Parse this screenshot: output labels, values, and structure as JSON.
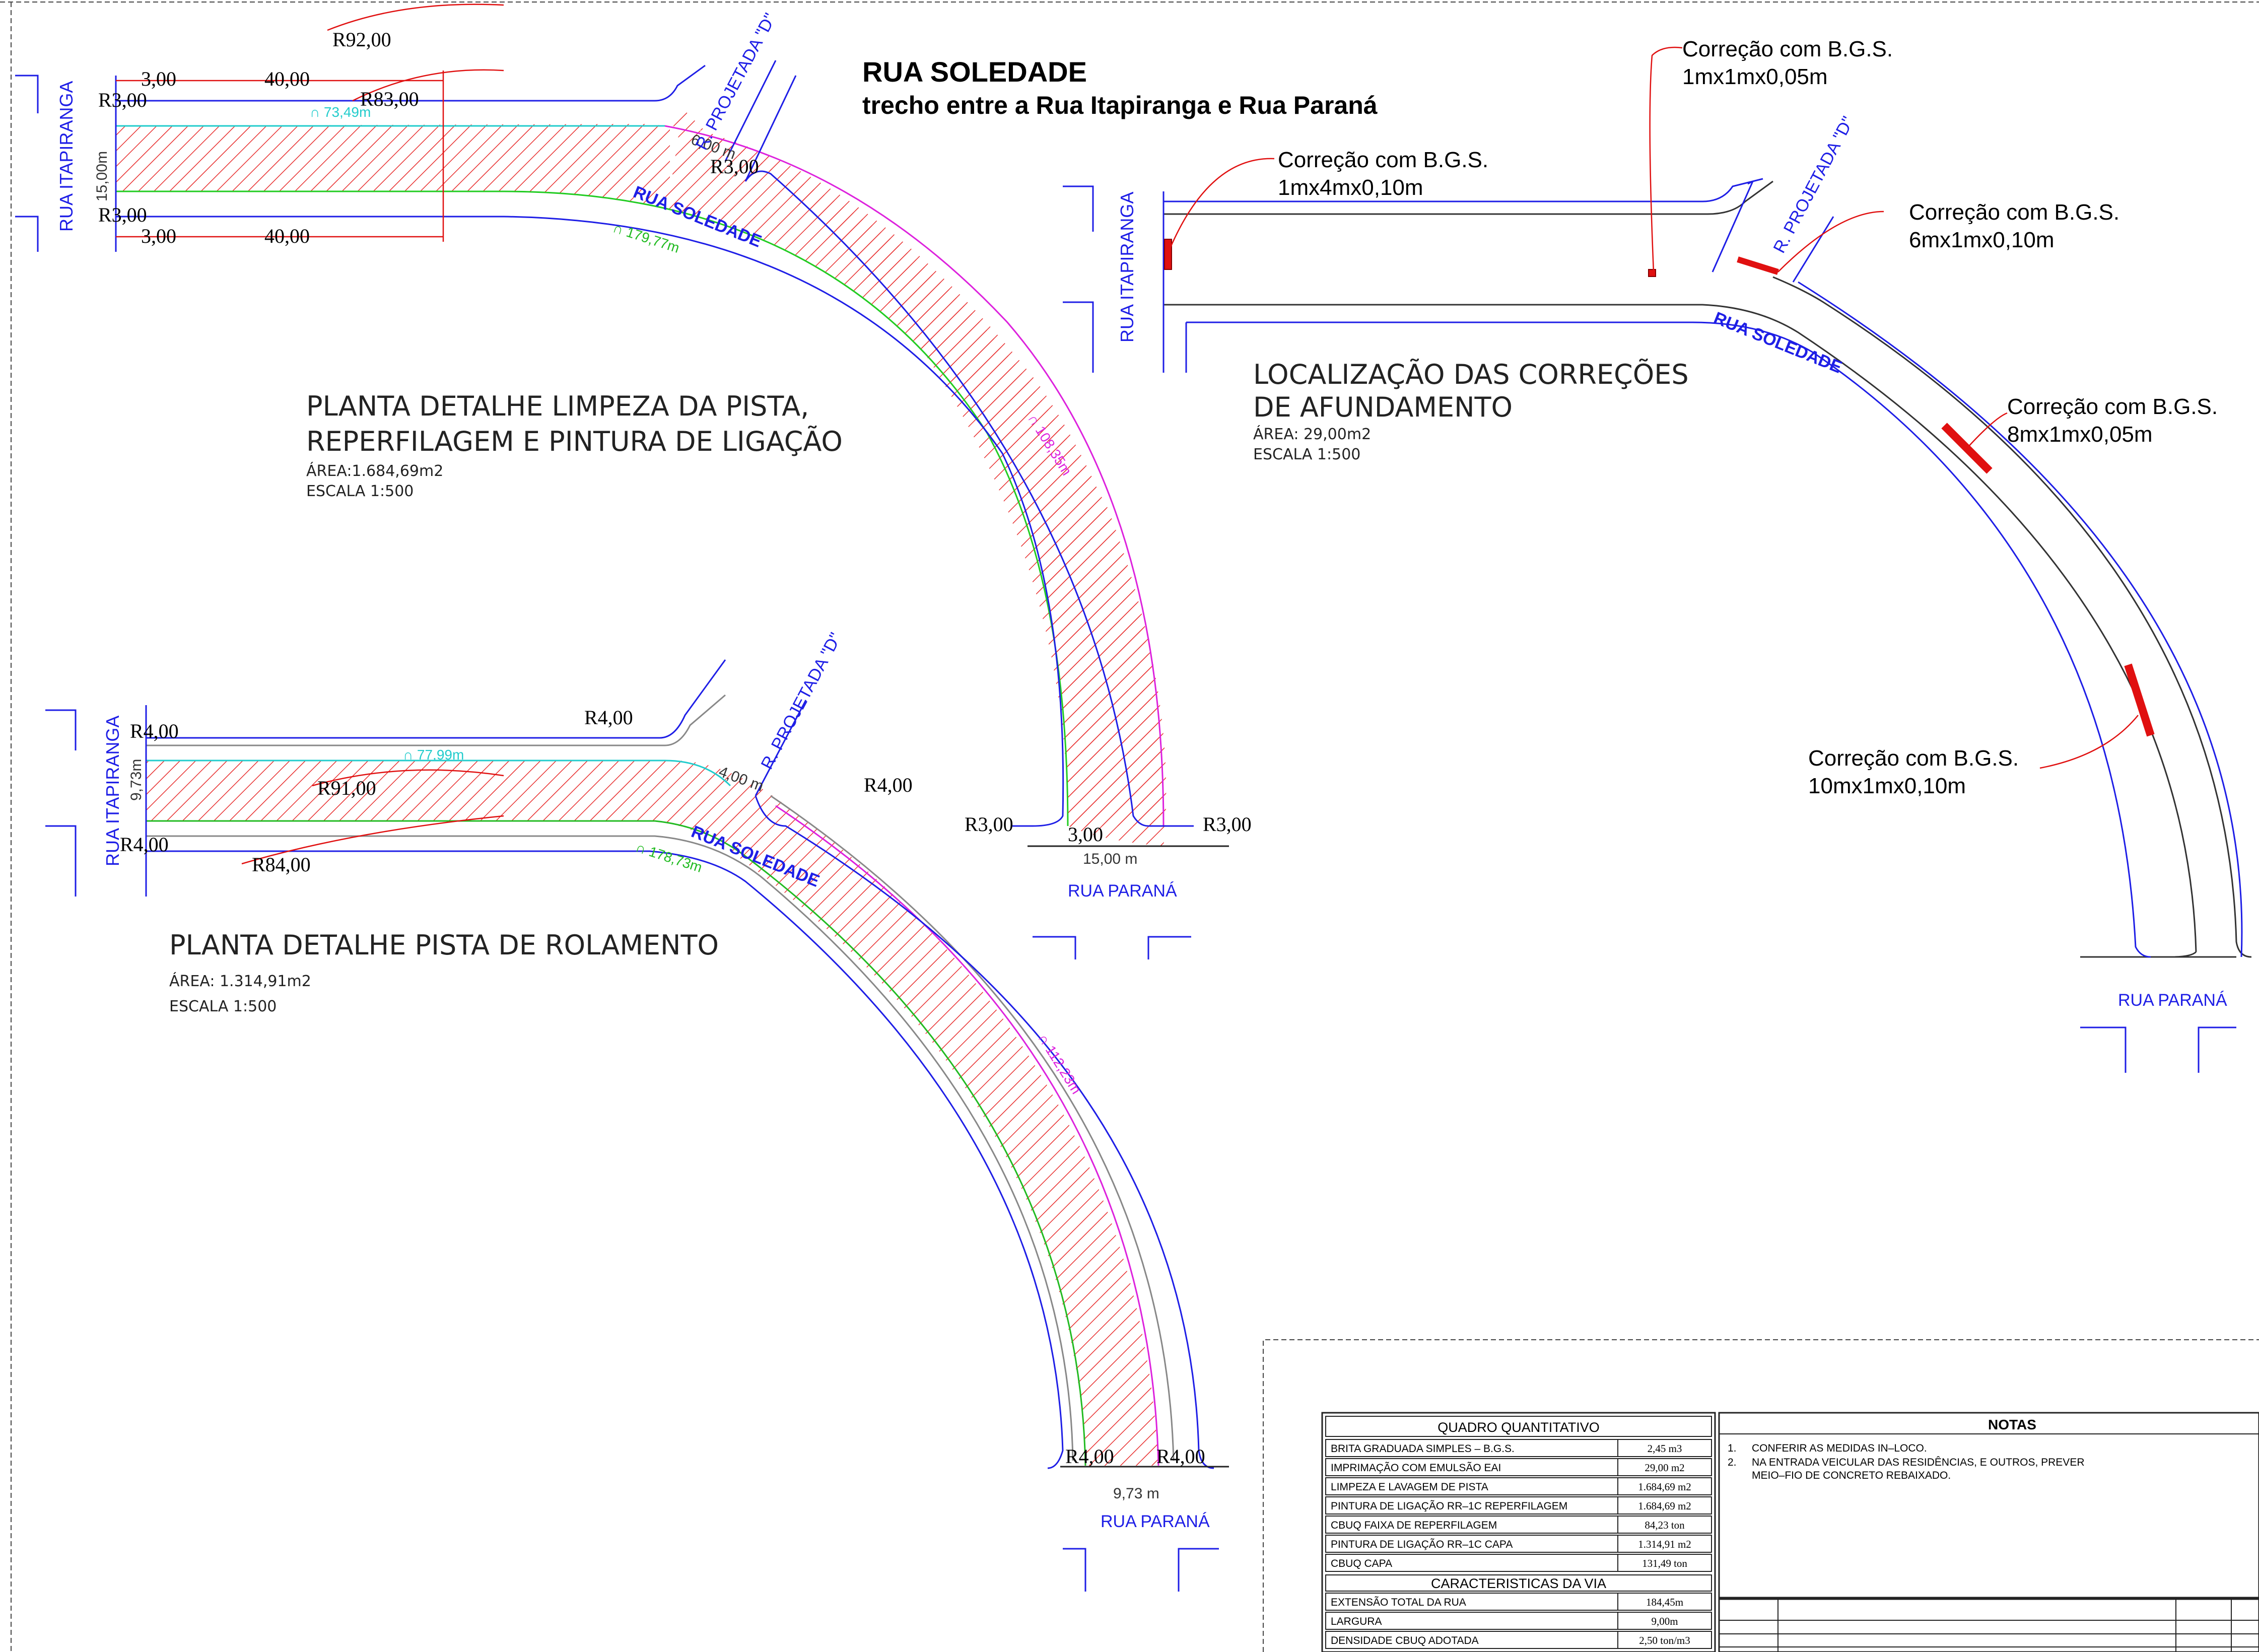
{
  "header": {
    "title": "RUA SOLEDADE",
    "subtitle": "trecho entre a Rua Itapiranga e Rua Paraná"
  },
  "streets": {
    "itapiranga": "RUA ITAPIRANGA",
    "parana": "RUA PARANÁ",
    "projetada": "R. PROJETADA \"D\"",
    "soledade": "RUA SOLEDADE"
  },
  "plan1": {
    "title_line1": "PLANTA DETALHE LIMPEZA DA PISTA,",
    "title_line2": "REPERFILAGEM E PINTURA DE LIGAÇÃO",
    "area": "ÁREA:1.684,69m2",
    "scale": "ESCALA 1:500",
    "dims": {
      "r92": "R92,00",
      "r83": "R83,00",
      "r3a": "R3,00",
      "r3b": "R3,00",
      "r3c": "R3,00",
      "r3d": "R3,00",
      "r3e": "R3,00",
      "r3f": "3,00",
      "d3a": "3,00",
      "d3b": "3,00",
      "d40a": "40,00",
      "d40b": "40,00",
      "width_left": "15,00m",
      "width_bottom": "15,00 m",
      "proj_width": "6,00 m",
      "arc_top": "∩ 73,49m",
      "arc_inner": "∩ 179,77m",
      "arc_outer": "∩ 108,35m"
    }
  },
  "plan2": {
    "title": "PLANTA DETALHE PISTA DE ROLAMENTO",
    "area": "ÁREA: 1.314,91m2",
    "scale": "ESCALA 1:500",
    "dims": {
      "r4a": "R4,00",
      "r4b": "R4,00",
      "r4c": "R4,00",
      "r4d": "R4,00",
      "r4e": "R4,00",
      "r4f": "R4,00",
      "r91": "R91,00",
      "r84": "R84,00",
      "width_left": "9,73m",
      "width_bottom": "9,73 m",
      "proj_width": "4,00 m",
      "arc_top": "∩ 77,99m",
      "arc_inner": "∩ 178,73m",
      "arc_outer": "∩ 112,23m"
    }
  },
  "plan3": {
    "title_line1": "LOCALIZAÇÃO DAS CORREÇÕES",
    "title_line2": "DE AFUNDAMENTO",
    "area": "ÁREA: 29,00m2",
    "scale": "ESCALA 1:500",
    "corrections": [
      {
        "line1": "Correção com B.G.S.",
        "line2": "1mx4mx0,10m"
      },
      {
        "line1": "Correção com B.G.S.",
        "line2": "1mx1mx0,05m"
      },
      {
        "line1": "Correção com B.G.S.",
        "line2": "6mx1mx0,10m"
      },
      {
        "line1": "Correção com B.G.S.",
        "line2": "8mx1mx0,05m"
      },
      {
        "line1": "Correção com B.G.S.",
        "line2": "10mx1mx0,10m"
      }
    ]
  },
  "quadro": {
    "title": "QUADRO QUANTITATIVO",
    "rows": [
      {
        "item": "BRITA GRADUADA SIMPLES – B.G.S.",
        "value": "2,45 m3"
      },
      {
        "item": "IMPRIMAÇÃO COM EMULSÃO EAI",
        "value": "29,00 m2"
      },
      {
        "item": "LIMPEZA E LAVAGEM DE PISTA",
        "value": "1.684,69 m2"
      },
      {
        "item": "PINTURA DE LIGAÇÃO RR–1C REPERFILAGEM",
        "value": "1.684,69 m2"
      },
      {
        "item": "CBUQ FAIXA DE REPERFILAGEM",
        "value": "84,23 ton"
      },
      {
        "item": "PINTURA DE LIGAÇÃO RR–1C CAPA",
        "value": "1.314,91 m2"
      },
      {
        "item": "CBUQ CAPA",
        "value": "131,49 ton"
      }
    ]
  },
  "caracteristicas": {
    "title": "CARACTERISTICAS DA VIA",
    "rows": [
      {
        "item": "EXTENSÃO TOTAL DA RUA",
        "value": "184,45m"
      },
      {
        "item": "LARGURA",
        "value": "9,00m"
      },
      {
        "item": "DENSIDADE CBUQ ADOTADA",
        "value": "2,50 ton/m3"
      }
    ]
  },
  "notas": {
    "title": "NOTAS",
    "items": [
      {
        "num": "1.",
        "line1": "CONFERIR AS MEDIDAS IN–LOCO.",
        "line2": ""
      },
      {
        "num": "2.",
        "line1": "NA ENTRADA VEICULAR DAS RESIDÊNCIAS, E OUTROS, PREVER",
        "line2": "MEIO–FIO DE CONCRETO REBAIXADO."
      }
    ]
  }
}
